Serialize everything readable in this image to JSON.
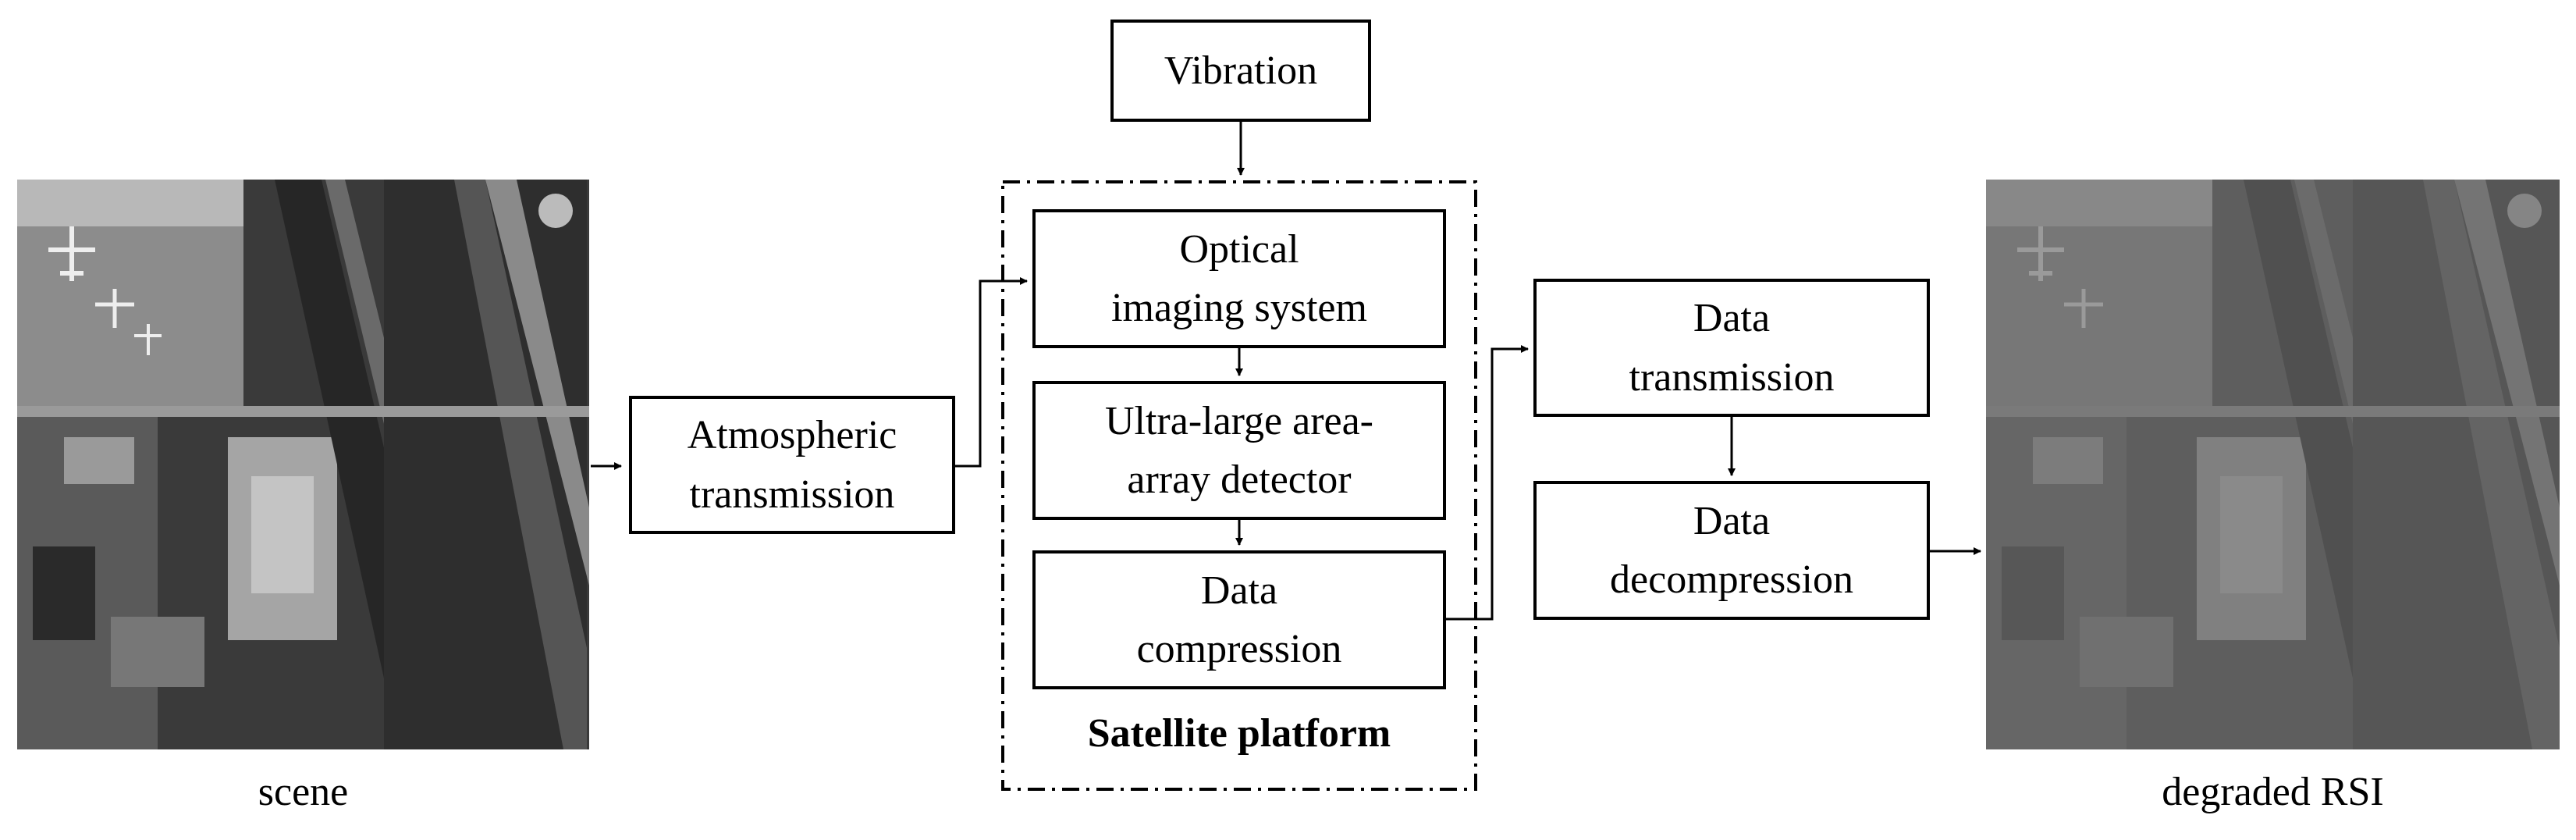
{
  "nodes": {
    "vibration": {
      "label": "Vibration"
    },
    "atmospheric": {
      "line1": "Atmospheric",
      "line2": "transmission"
    },
    "optical": {
      "line1": "Optical",
      "line2": "imaging system"
    },
    "detector": {
      "line1": "Ultra-large area-",
      "line2": "array detector"
    },
    "compression": {
      "line1": "Data",
      "line2": "compression"
    },
    "transmission": {
      "line1": "Data",
      "line2": "transmission"
    },
    "decompression": {
      "line1": "Data",
      "line2": "decompression"
    }
  },
  "group": {
    "label": "Satellite platform"
  },
  "images": {
    "scene_caption": "scene",
    "degraded_caption": "degraded RSI"
  },
  "colors": {
    "line": "#000000",
    "scene_background": "#3a3a3a",
    "degraded_background": "#5e5e5e"
  }
}
